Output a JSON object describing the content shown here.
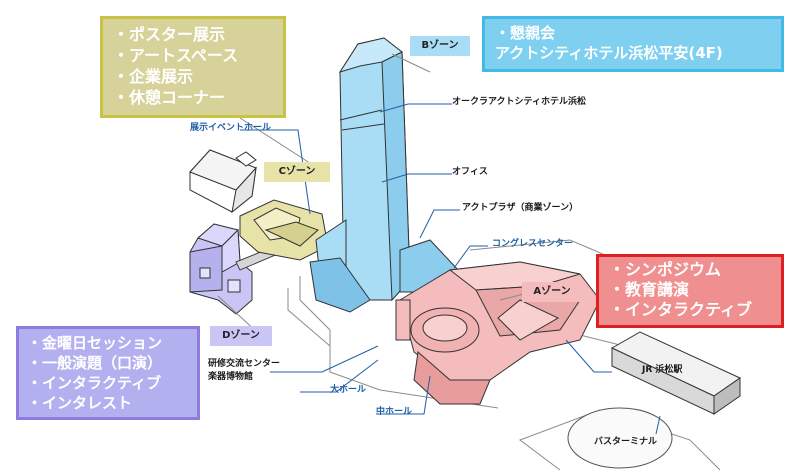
{
  "callouts": {
    "yellow": [
      "・ポスター展示",
      "・アートスペース",
      "・企業展示",
      "・休憩コーナー"
    ],
    "blue": [
      "・懇親会",
      "アクトシティホテル浜松平安(4F)"
    ],
    "red": [
      "・シンポジウム",
      "・教育講演",
      "・インタラクティブ"
    ],
    "purple": [
      "・金曜日セッション",
      "・一般演題（口演）",
      "・インタラクティブ",
      "・インタレスト"
    ]
  },
  "zones": {
    "a": "Aゾーン",
    "b": "Bゾーン",
    "c": "Cゾーン",
    "d": "Dゾーン"
  },
  "labels": {
    "hotel": "オークラアクトシティホテル浜松",
    "office": "オフィス",
    "plaza": "アクトプラザ（商業ゾーン）",
    "congress": "コングレスセンター",
    "exhibition_hall": "展示イベントホール",
    "training_center": "研修交流センター",
    "instrument_museum": "楽器博物館",
    "main_hall": "大ホール",
    "middle_hall": "中ホール",
    "station": "JR 浜松駅",
    "bus_terminal": "バスターミナル"
  },
  "colors": {
    "zone_a_fill": "#f4bcbc",
    "zone_b_fill": "#a9dcf5",
    "zone_c_fill": "#e6e2a8",
    "zone_d_fill": "#c9c6f5",
    "outline": "#333333",
    "leader_line": "#1f5fa8"
  }
}
